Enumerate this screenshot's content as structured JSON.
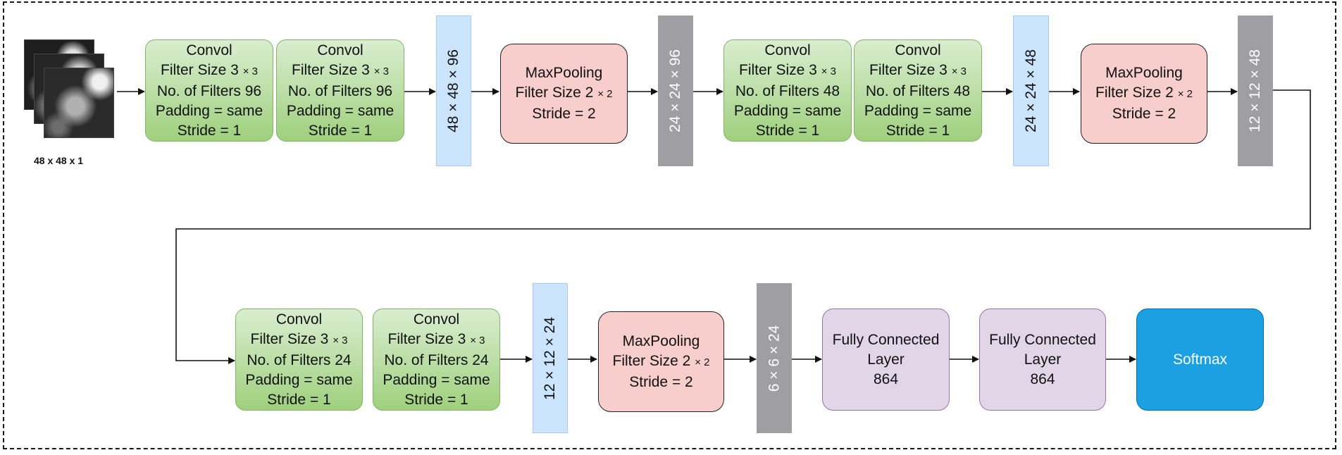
{
  "input": {
    "caption": "48 x 48 x 1"
  },
  "row1": {
    "conv1": {
      "title": "Convol",
      "filter_size": "Filter Size 3",
      "filter_dim": "× 3",
      "filters": "No. of Filters 96",
      "padding": "Padding = same",
      "stride": "Stride = 1"
    },
    "conv2": {
      "title": "Convol",
      "filter_size": "Filter Size 3",
      "filter_dim": "× 3",
      "filters": "No. of Filters 96",
      "padding": "Padding = same",
      "stride": "Stride = 1"
    },
    "shape1": "48 × 48 × 96",
    "pool1": {
      "title": "MaxPooling",
      "filter_size": "Filter Size 2",
      "filter_dim": "× 2",
      "stride": "Stride = 2"
    },
    "shape2": "24 × 24 × 96",
    "conv3": {
      "title": "Convol",
      "filter_size": "Filter Size 3",
      "filter_dim": "× 3",
      "filters": "No. of Filters 48",
      "padding": "Padding = same",
      "stride": "Stride = 1"
    },
    "conv4": {
      "title": "Convol",
      "filter_size": "Filter Size 3",
      "filter_dim": "× 3",
      "filters": "No. of Filters 48",
      "padding": "Padding = same",
      "stride": "Stride = 1"
    },
    "shape3": "24 × 24 × 48",
    "pool2": {
      "title": "MaxPooling",
      "filter_size": "Filter Size 2",
      "filter_dim": "× 2",
      "stride": "Stride = 2"
    },
    "shape4": "12 × 12 × 48"
  },
  "row2": {
    "conv5": {
      "title": "Convol",
      "filter_size": "Filter Size 3",
      "filter_dim": "× 3",
      "filters": "No. of Filters 24",
      "padding": "Padding = same",
      "stride": "Stride = 1"
    },
    "conv6": {
      "title": "Convol",
      "filter_size": "Filter Size 3",
      "filter_dim": "× 3",
      "filters": "No. of Filters 24",
      "padding": "Padding = same",
      "stride": "Stride = 1"
    },
    "shape5": "12 × 12 × 24",
    "pool3": {
      "title": "MaxPooling",
      "filter_size": "Filter Size 2",
      "filter_dim": "× 2",
      "stride": "Stride = 2"
    },
    "shape6": "6 × 6 × 24",
    "fc1": {
      "line1": "Fully Connected",
      "line2": "Layer",
      "units": "864"
    },
    "fc2": {
      "line1": "Fully Connected",
      "line2": "Layer",
      "units": "864"
    },
    "softmax": "Softmax"
  },
  "colors": {
    "conv_fill": "#9fd07d",
    "conv_border": "#82b366",
    "pool_fill": "#f8cecc",
    "fc_fill": "#e1d5e7",
    "fc_border": "#9673a6",
    "softmax_fill": "#1ba1e2",
    "shape_blue": "#cce5ff",
    "shape_gray": "#9e9ea3"
  }
}
